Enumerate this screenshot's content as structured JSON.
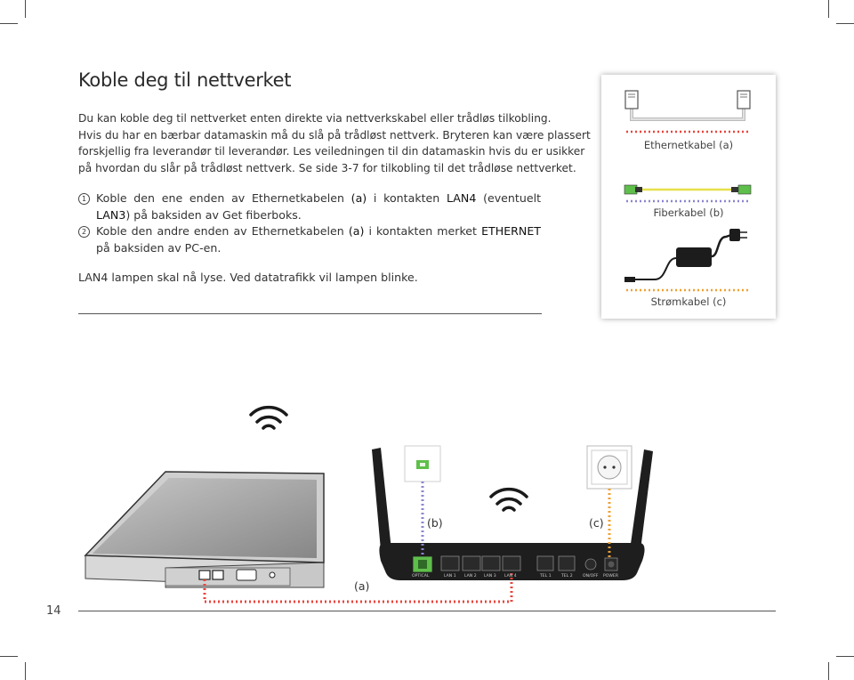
{
  "page": {
    "title": "Koble deg til nettverket",
    "intro_lines": [
      "Du kan koble deg til nettverket enten direkte via nettverkskabel eller trådløs tilkobling.",
      "Hvis du har en bærbar datamaskin må du slå på trådløst nettverk. Bryteren kan være plassert",
      "forskjellig fra leverandør til leverandør. Les veiledningen til din datamaskin hvis du er usikker",
      "på hvordan du slår på trådløst nettverk. Se side 3-7 for tilkobling til det trådløse nettverket."
    ],
    "steps": [
      {
        "number": "1",
        "parts": [
          "Koble den ene enden av Ethernetkabelen ",
          "(a)",
          " i kontakten ",
          "LAN4",
          " (eventuelt ",
          "LAN3",
          ") på baksiden av Get fiberboks."
        ]
      },
      {
        "number": "2",
        "parts": [
          "Koble den andre enden av Ethernetkabelen ",
          "(a)",
          " i kontakten merket ",
          "ETHERNET",
          " på baksiden av PC-en."
        ]
      }
    ],
    "lamp_note": "LAN4 lampen skal nå lyse. Ved datatrafikk vil lampen blinke.",
    "page_number": "14"
  },
  "legend": {
    "items": [
      {
        "label": "Ethernetkabel (a)",
        "color": "#e8453c"
      },
      {
        "label": "Fiberkabel (b)",
        "color": "#8a86cf"
      },
      {
        "label": "Strømkabel (c)",
        "color": "#f0a030"
      }
    ]
  },
  "diagram": {
    "label_a": "(a)",
    "label_b": "(b)",
    "label_c": "(c)",
    "router_ports": [
      "OPTICAL",
      "LAN 1",
      "LAN 2",
      "LAN 3",
      "LAN 4",
      "TEL 1",
      "TEL 2",
      "ON/OFF",
      "POWER"
    ],
    "colors": {
      "ethernet": "#e8453c",
      "fiber": "#8a86cf",
      "power": "#f0a030",
      "optical_green": "#5fbf4b",
      "router_body": "#1e1e1e"
    }
  }
}
